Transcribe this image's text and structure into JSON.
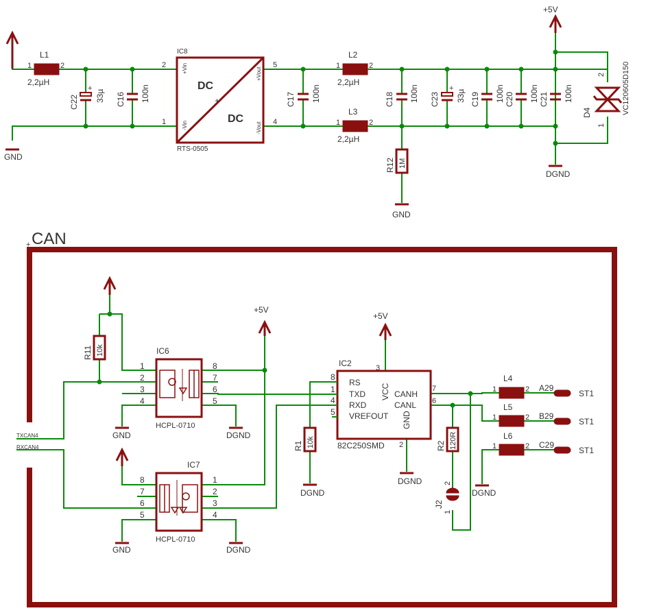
{
  "colors": {
    "wire": "#0a8a0a",
    "part": "#8a1010",
    "text": "#333333"
  },
  "power": {
    "net_top": "+5V",
    "net_ic2": "+5V",
    "net_ic7": "+5V",
    "gnd": "GND",
    "dgnd": "DGND"
  },
  "dcdc": {
    "ref": "IC8",
    "value": "RTS-0505",
    "dc_top": "DC",
    "dc_bottom": "DC",
    "plus": "+",
    "pin_vin_plus": "+Vin",
    "pin_vin_minus": "-Vin",
    "pin_vout_plus": "+Vout",
    "pin_vout_minus": "-Vout",
    "pins": [
      "2",
      "1",
      "5",
      "4"
    ]
  },
  "inductors": [
    {
      "ref": "L1",
      "value": "2,2µH",
      "pin1": "1",
      "pin2": "2"
    },
    {
      "ref": "L2",
      "value": "2,2µH",
      "pin1": "1",
      "pin2": "2"
    },
    {
      "ref": "L3",
      "value": "2,2µH",
      "pin1": "1",
      "pin2": "2"
    },
    {
      "ref": "L4",
      "pin1": "1",
      "pin2": "2"
    },
    {
      "ref": "L5",
      "pin1": "1",
      "pin2": "2"
    },
    {
      "ref": "L6",
      "pin1": "1",
      "pin2": "2"
    }
  ],
  "capacitors": [
    {
      "ref": "C22",
      "value": "33µ",
      "polar": "+"
    },
    {
      "ref": "C16",
      "value": "100n"
    },
    {
      "ref": "C17",
      "value": "100n"
    },
    {
      "ref": "C18",
      "value": "100n"
    },
    {
      "ref": "C23",
      "value": "33µ",
      "polar": "+"
    },
    {
      "ref": "C19",
      "value": "100n"
    },
    {
      "ref": "C20",
      "value": "100n"
    },
    {
      "ref": "C21",
      "value": "100n"
    }
  ],
  "resistors": [
    {
      "ref": "R12",
      "value": "1M"
    },
    {
      "ref": "R11",
      "value": "10k"
    },
    {
      "ref": "R1",
      "value": "10k"
    },
    {
      "ref": "R2",
      "value": "120R"
    }
  ],
  "diode": {
    "ref": "D4",
    "value": "VC120605D150",
    "pin_top": "2",
    "pin_bottom": "1"
  },
  "frame": {
    "label": "CAN",
    "corner": "+"
  },
  "ic6": {
    "ref": "IC6",
    "value": "HCPL-0710",
    "pins_left": [
      "1",
      "2",
      "3",
      "4"
    ],
    "pins_right": [
      "8",
      "7",
      "6",
      "5"
    ]
  },
  "ic7": {
    "ref": "IC7",
    "value": "HCPL-0710",
    "pins_left": [
      "8",
      "7",
      "6",
      "5"
    ],
    "pins_right": [
      "1",
      "2",
      "3",
      "4"
    ]
  },
  "ic2": {
    "ref": "IC2",
    "value": "82C250SMD",
    "pins_left": [
      "RS",
      "TXD",
      "RXD",
      "VREFOUT"
    ],
    "pin_nums_left": [
      "8",
      "1",
      "4",
      "5"
    ],
    "vcc": "VCC",
    "gnd": "GND",
    "canh": "CANH",
    "canl": "CANL",
    "pin_vcc": "3",
    "pin_gnd": "2",
    "pin_canh": "7",
    "pin_canl": "6"
  },
  "jumper": {
    "ref": "J2",
    "pin_top": "2",
    "pin_bottom": "1"
  },
  "connectors": [
    {
      "net": "A29",
      "name": "ST1"
    },
    {
      "net": "B29",
      "name": "ST1"
    },
    {
      "net": "C29",
      "name": "ST1"
    }
  ],
  "signals": {
    "tx": "TXCAN4",
    "rx": "RXCAN4"
  }
}
